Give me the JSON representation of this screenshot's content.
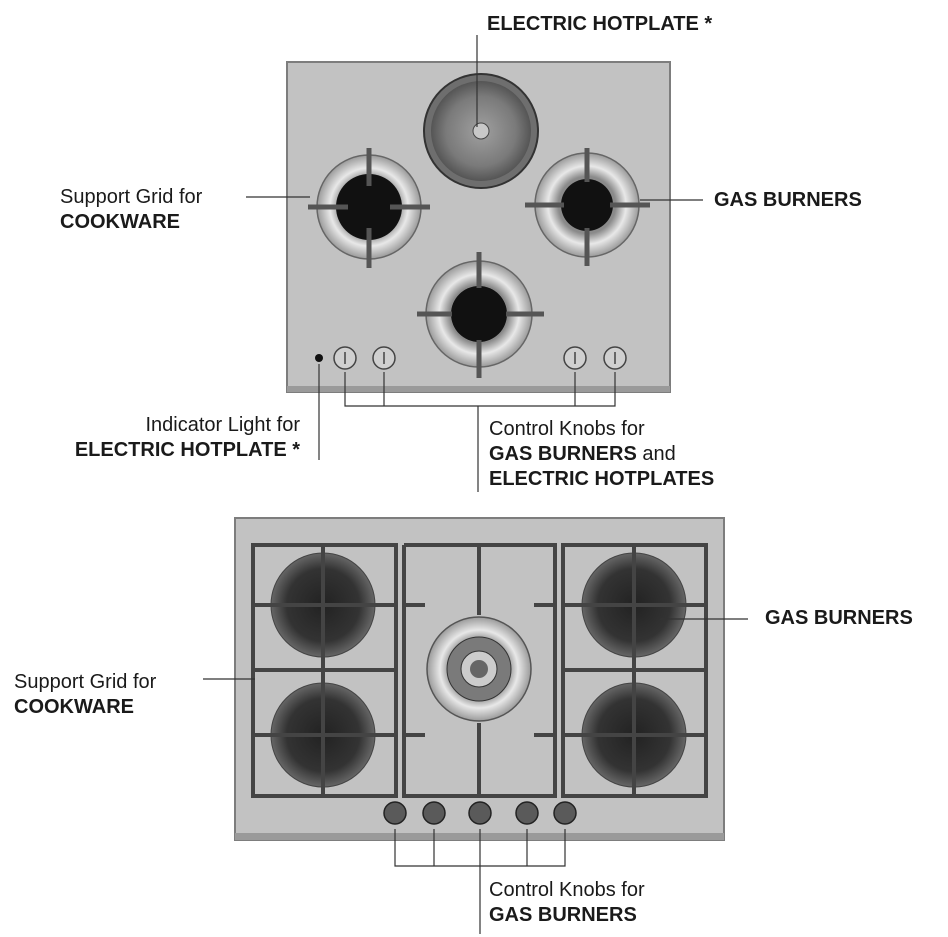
{
  "top_cooktop": {
    "hotplate_label": "ELECTRIC HOTPLATE *",
    "support_grid_label": {
      "line1": "Support Grid for",
      "line2": "COOKWARE"
    },
    "gas_burners_label": "GAS BURNERS",
    "indicator_label": {
      "line1": "Indicator Light for",
      "line2": "ELECTRIC HOTPLATE *"
    },
    "knobs_label": {
      "line1": "Control Knobs for",
      "line2_bold": "GAS BURNERS",
      "line2_rest": " and",
      "line3": "ELECTRIC HOTPLATES"
    }
  },
  "bottom_cooktop": {
    "support_grid_label": {
      "line1": "Support Grid for",
      "line2": "COOKWARE"
    },
    "gas_burners_label": "GAS BURNERS",
    "knobs_label": {
      "line1": "Control Knobs for",
      "line2": "GAS BURNERS"
    }
  },
  "colors": {
    "panel": "#bdbdbd",
    "panel_edge": "#8a8a8a",
    "burner_cap": "#111111",
    "ring": "#d8d8d8",
    "grate": "#555555",
    "leader": "#333333"
  }
}
